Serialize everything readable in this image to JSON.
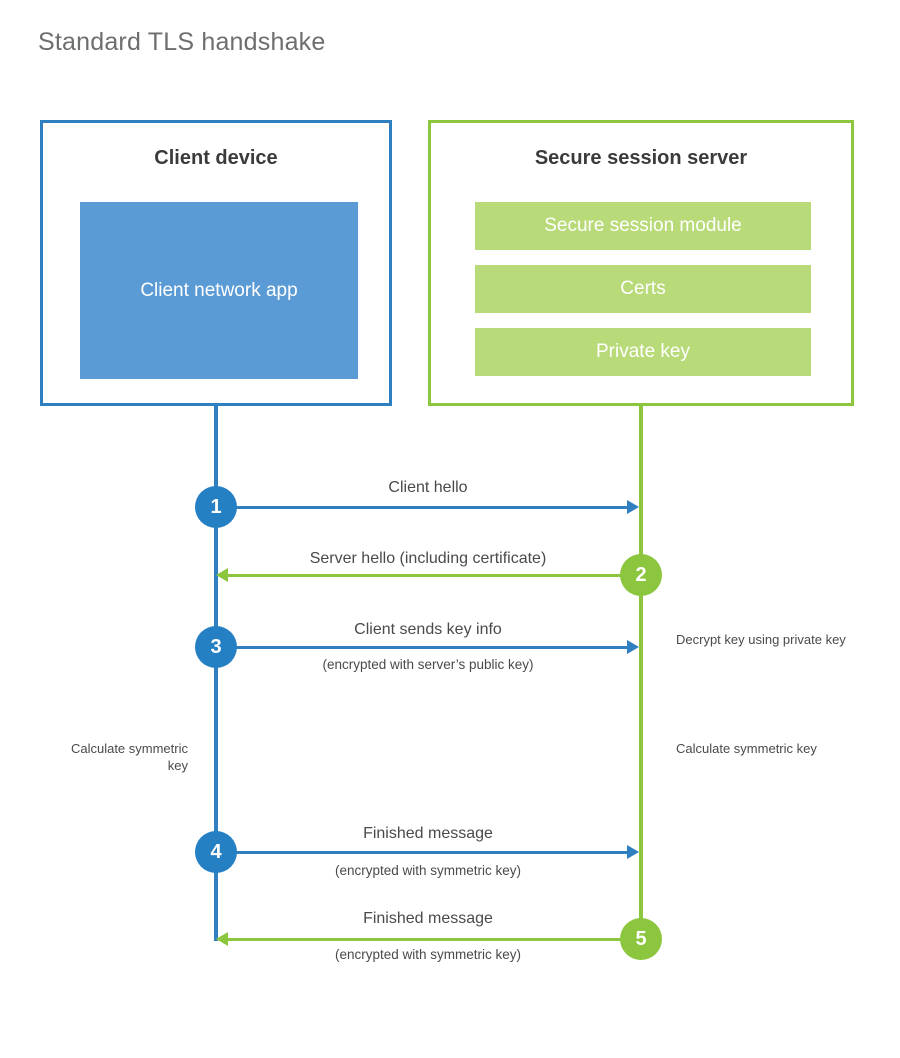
{
  "title": "Standard TLS handshake",
  "colors": {
    "client_border": "#2f7fc1",
    "client_fill": "#5b9bd5",
    "server_border": "#8cc63f",
    "server_fill": "#b9da79",
    "step_blue": "#2580c3",
    "step_green": "#8cc63f",
    "text": "#4a4a4a",
    "title_text": "#6d6e70"
  },
  "client": {
    "title": "Client device",
    "app_label": "Client network app"
  },
  "server": {
    "title": "Secure session server",
    "components": [
      {
        "label": "Secure session module"
      },
      {
        "label": "Certs"
      },
      {
        "label": "Private key"
      }
    ]
  },
  "steps": [
    {
      "number": "1",
      "label": "Client hello",
      "sublabel": "",
      "direction": "client-to-server",
      "color": "blue"
    },
    {
      "number": "2",
      "label": "Server hello (including certificate)",
      "sublabel": "",
      "direction": "server-to-client",
      "color": "green"
    },
    {
      "number": "3",
      "label": "Client sends key info",
      "sublabel": "(encrypted with server’s public key)",
      "direction": "client-to-server",
      "color": "blue"
    },
    {
      "number": "4",
      "label": "Finished message",
      "sublabel": "(encrypted with symmetric key)",
      "direction": "client-to-server",
      "color": "blue"
    },
    {
      "number": "5",
      "label": "Finished message",
      "sublabel": "(encrypted with symmetric key)",
      "direction": "server-to-client",
      "color": "green"
    }
  ],
  "annotations": {
    "decrypt_key": "Decrypt key using private key",
    "client_calculate": "Calculate symmetric key",
    "server_calculate": "Calculate symmetric key"
  }
}
